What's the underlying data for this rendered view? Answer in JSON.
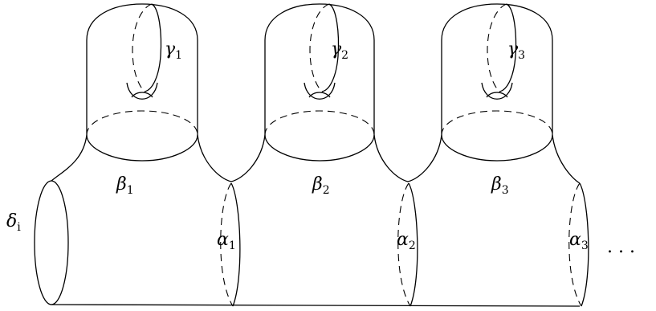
{
  "labels": {
    "gamma": [
      {
        "sym": "γ",
        "sub": "1"
      },
      {
        "sym": "γ",
        "sub": "2"
      },
      {
        "sym": "γ",
        "sub": "3"
      }
    ],
    "beta": [
      {
        "sym": "β",
        "sub": "1"
      },
      {
        "sym": "β",
        "sub": "2"
      },
      {
        "sym": "β",
        "sub": "3"
      }
    ],
    "alpha": [
      {
        "sym": "α",
        "sub": "1"
      },
      {
        "sym": "α",
        "sub": "2"
      },
      {
        "sym": "α",
        "sub": "3"
      }
    ],
    "delta": {
      "sym": "δ",
      "sub": "i"
    },
    "ellipsis": ". . ."
  }
}
